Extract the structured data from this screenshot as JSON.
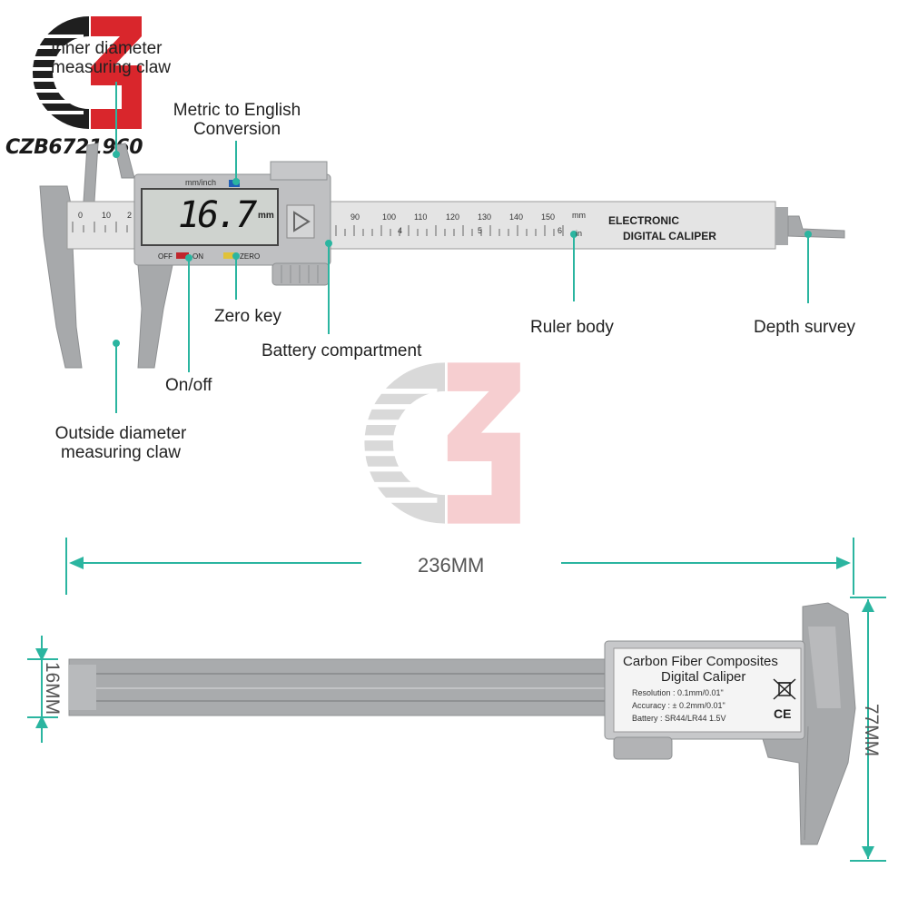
{
  "brand": {
    "watermark_id": "CZB6721960"
  },
  "labels": {
    "inner_claw": "Inner diameter\nmeasuring claw",
    "metric_conversion": "Metric to English\nConversion",
    "zero_key": "Zero key",
    "battery": "Battery compartment",
    "ruler_body": "Ruler body",
    "depth_survey": "Depth survey",
    "on_off": "On/off",
    "outside_claw": "Outside diameter\nmeasuring claw"
  },
  "caliper_top": {
    "display_value": "16.7",
    "display_unit": "mm",
    "unit_toggle_label": "mm/inch",
    "off_label": "OFF",
    "on_label": "ON",
    "zero_label": "ZERO",
    "body_text_line1": "ELECTRONIC",
    "body_text_line2": "DIGITAL CALIPER",
    "mm_scale": [
      "90",
      "100",
      "110",
      "120",
      "130",
      "140",
      "150"
    ],
    "mm_unit": "mm",
    "inch_scale": [
      "4",
      "5",
      "6"
    ],
    "inch_unit": "in",
    "left_scale": [
      "0",
      "10",
      "2"
    ]
  },
  "dimensions": {
    "length": "236MM",
    "width": "16MM",
    "height": "77MM"
  },
  "caliper_bottom": {
    "title_line1": "Carbon Fiber Composites",
    "title_line2": "Digital  Caliper",
    "spec_resolution": "Resolution : 0.1mm/0.01\"",
    "spec_accuracy": "Accuracy : ± 0.2mm/0.01\"",
    "spec_battery": "Battery : SR44/LR44 1.5V",
    "ce_mark": "CE"
  },
  "colors": {
    "accent": "#2bb5a0",
    "logo_red": "#d9262c",
    "logo_dark": "#1f1f1f",
    "plastic": "#a7a9ab",
    "ruler": "#dedede"
  }
}
